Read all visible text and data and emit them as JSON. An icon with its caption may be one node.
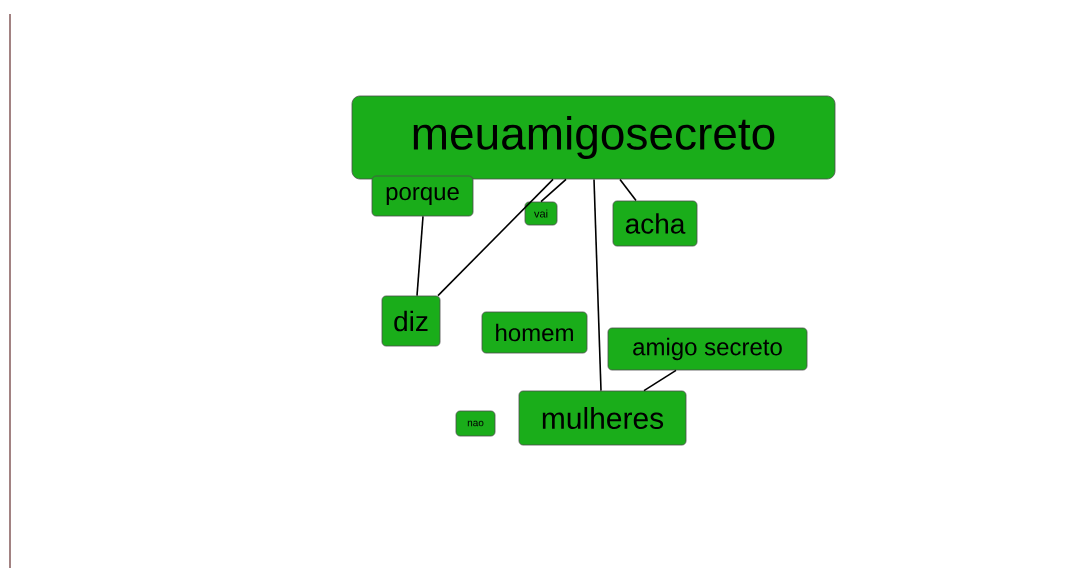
{
  "diagram": {
    "nodes": [
      {
        "text": [
          "meuamigosecreto"
        ]
      },
      {
        "text": [
          "porque"
        ]
      },
      {
        "text": [
          "vai"
        ]
      },
      {
        "text": [
          "acha"
        ]
      },
      {
        "text": [
          "diz"
        ]
      },
      {
        "text": [
          "homem"
        ]
      },
      {
        "text": [
          "amigo secreto"
        ]
      },
      {
        "text": [
          "nao"
        ]
      },
      {
        "text": [
          "mulheres"
        ]
      }
    ],
    "edges": [
      {
        "from": 0,
        "to": 2,
        "arrow": "none"
      },
      {
        "from": 0,
        "to": 4,
        "arrow": "none"
      },
      {
        "from": 1,
        "to": 4,
        "arrow": "none"
      },
      {
        "from": 0,
        "to": 8,
        "arrow": "none"
      },
      {
        "from": 0,
        "to": 3,
        "arrow": "none"
      },
      {
        "from": 6,
        "to": 8,
        "arrow": "none"
      }
    ]
  }
}
